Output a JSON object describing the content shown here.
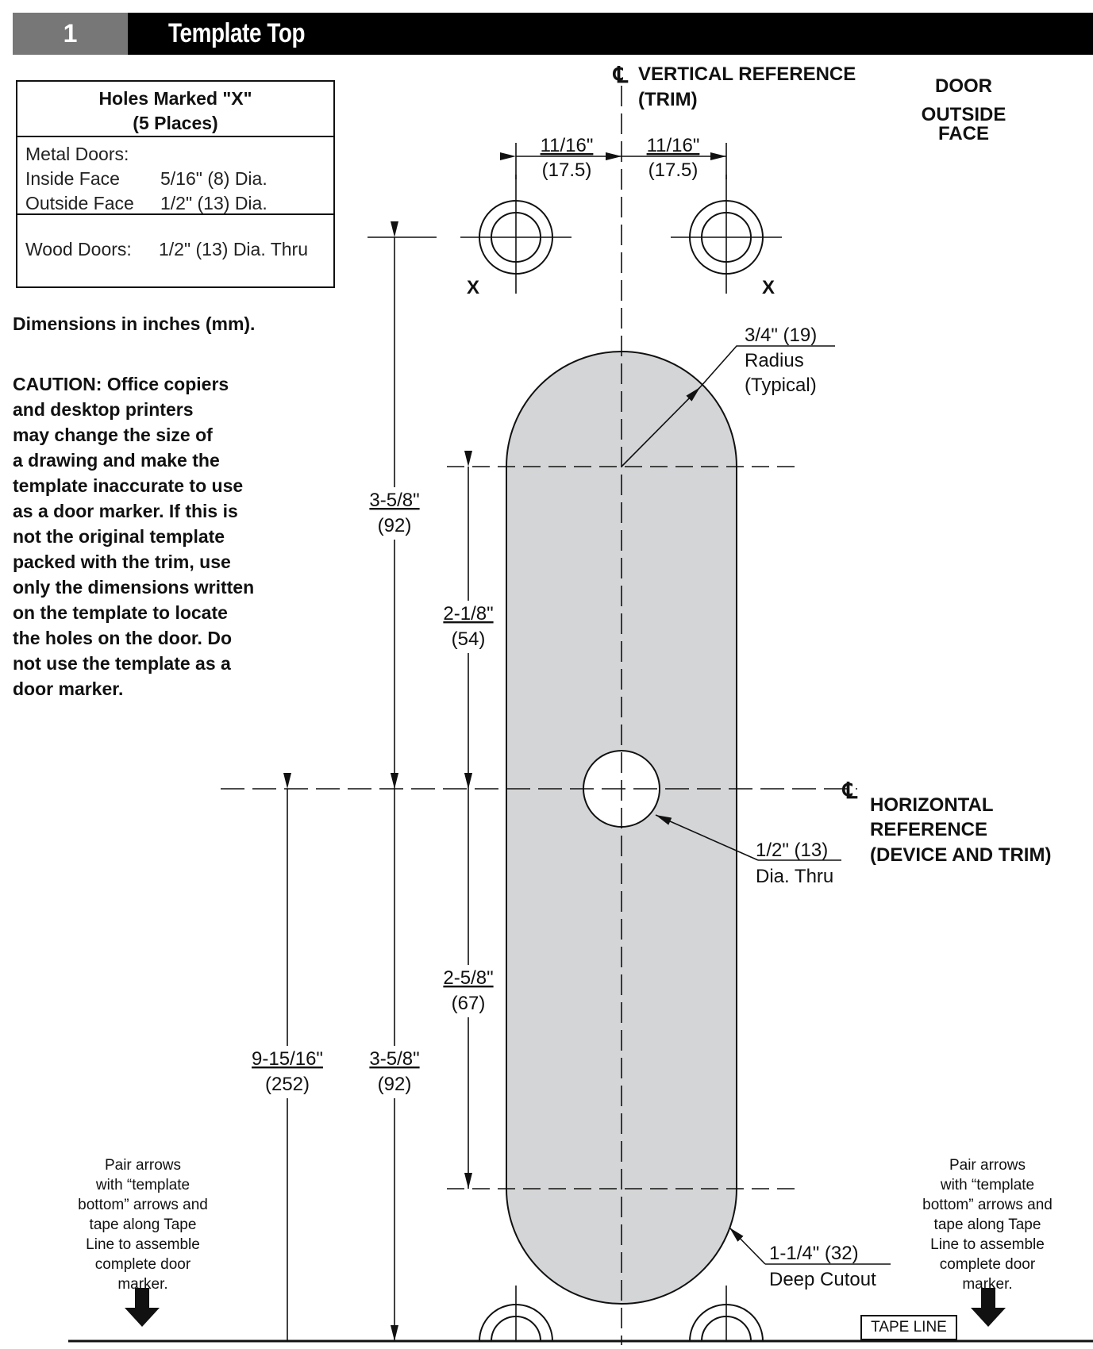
{
  "header": {
    "step_number": "1",
    "title": "Template Top"
  },
  "legend": {
    "heading_line1": "Holes Marked \"X\"",
    "heading_line2": "(5 Places)",
    "metal_title": "Metal Doors:",
    "inside_face_label": "Inside Face",
    "inside_face_value": "5/16\" (8) Dia.",
    "outside_face_label": "Outside Face",
    "outside_face_value": "1/2\" (13) Dia.",
    "wood_label": "Wood Doors:",
    "wood_value": "1/2\" (13) Dia. Thru"
  },
  "notes": {
    "units": "Dimensions in inches (mm).",
    "caution": [
      "CAUTION: Office copiers",
      "and desktop printers",
      "may change the size of",
      "a drawing and make the",
      "template inaccurate to use",
      "as a door marker. If this is",
      "not the original template",
      "packed with the trim, use",
      "only the dimensions written",
      "on the template to locate",
      "the holes on the door. Do",
      "not use the template as a",
      "door marker."
    ],
    "pair_arrows": [
      "Pair arrows",
      "with “template",
      "bottom” arrows and",
      "tape along Tape",
      "Line to assemble",
      "complete door",
      "marker."
    ],
    "tape_line": "TAPE LINE"
  },
  "diagram": {
    "cl_symbol": "℄",
    "vertical_reference": [
      "VERTICAL REFERENCE",
      "(TRIM)"
    ],
    "door_face": [
      "DOOR",
      "OUTSIDE",
      "FACE"
    ],
    "horizontal_reference": [
      "HORIZONTAL",
      "REFERENCE",
      "(DEVICE AND TRIM)"
    ],
    "hole_marker": "X",
    "dim_left_offset": [
      "11/16\"",
      "(17.5)"
    ],
    "dim_right_offset": [
      "11/16\"",
      "(17.5)"
    ],
    "dim_upper_outer": [
      "3-5/8\"",
      "(92)"
    ],
    "dim_upper_inner": [
      "2-1/8\"",
      "(54)"
    ],
    "dim_lower_inner": [
      "2-5/8\"",
      "(67)"
    ],
    "dim_lower_outer": [
      "3-5/8\"",
      "(92)"
    ],
    "dim_total": [
      "9-15/16\"",
      "(252)"
    ],
    "radius_callout": [
      "3/4\" (19)",
      "Radius",
      "(Typical)"
    ],
    "hole_callout": [
      "1/2\" (13)",
      "Dia. Thru"
    ],
    "cutout_callout": [
      "1-1/4\" (32)",
      "Deep Cutout"
    ]
  }
}
